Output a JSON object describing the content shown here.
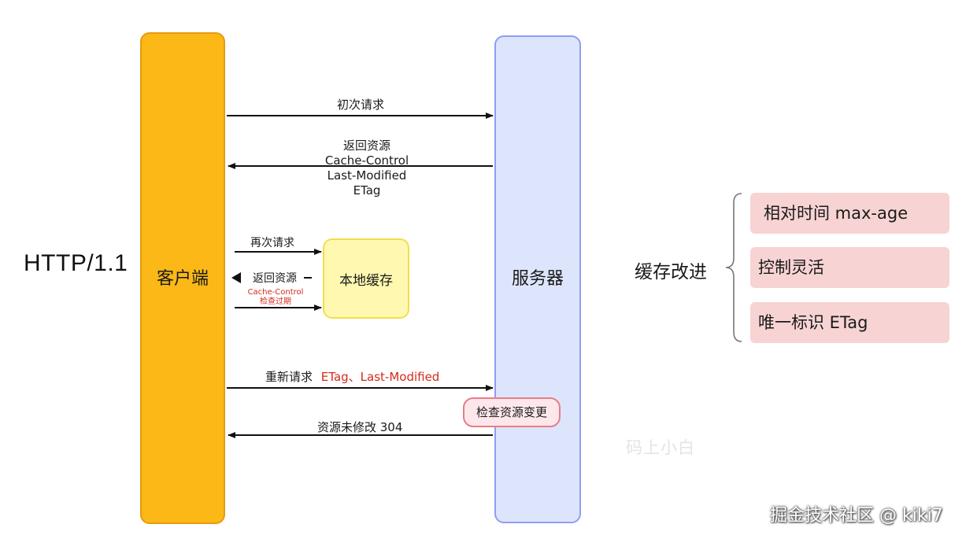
{
  "protocol": "HTTP/1.1",
  "client": {
    "label": "客户端"
  },
  "server": {
    "label": "服务器"
  },
  "cache": {
    "label": "本地缓存"
  },
  "flows": {
    "first_request": "初次请求",
    "return_resource": {
      "line1": "返回资源",
      "line2": "Cache-Control",
      "line3": "Last-Modified",
      "line4": "ETag"
    },
    "again_request": "再次请求",
    "cache_return": "返回资源",
    "cache_control_small": "Cache-Control",
    "check_expire_small": "检查过期",
    "re_request": "重新请求",
    "re_request_headers": "ETag、Last-Modified",
    "check_change": "检查资源变更",
    "not_modified": "资源未修改 304"
  },
  "improvements": {
    "title": "缓存改进",
    "items": [
      {
        "label": "相对时间 max-age"
      },
      {
        "label": "控制灵活"
      },
      {
        "label": "唯一标识 ETag"
      }
    ]
  },
  "watermarks": {
    "author_mid": "码上小白",
    "site": "掘金技术社区 @ kiki7"
  },
  "colors": {
    "client_fill": "#fbb816",
    "server_fill": "#dde5fc",
    "cache_fill": "#fff8b0",
    "improve_fill": "#f7d3d3",
    "highlight_red": "#d42a1c"
  }
}
